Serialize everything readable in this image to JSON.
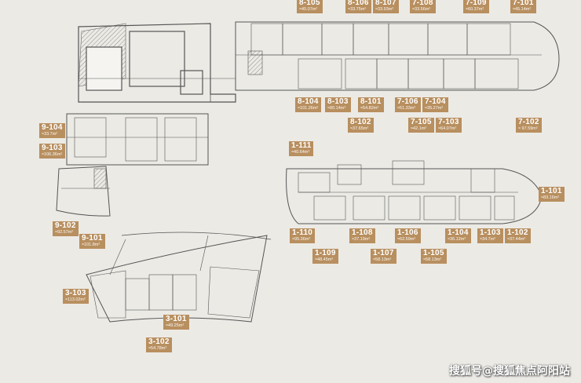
{
  "colors": {
    "tag_bg": "#b88f5f",
    "wall": "#555555",
    "background": "#eceae5"
  },
  "units": [
    {
      "id": "8-105",
      "area": "≈45.07m²"
    },
    {
      "id": "8-106",
      "area": "≈33.75m²"
    },
    {
      "id": "8-107",
      "area": "≈33.93m²"
    },
    {
      "id": "7-108",
      "area": "≈33.56m²"
    },
    {
      "id": "7-109",
      "area": "≈60.37m²"
    },
    {
      "id": "7-101",
      "area": "≈45.14m²"
    },
    {
      "id": "8-104",
      "area": "≈101.26m²"
    },
    {
      "id": "8-103",
      "area": "≈80.14m²"
    },
    {
      "id": "8-101",
      "area": "≈54.82m²"
    },
    {
      "id": "7-106",
      "area": "≈51.33m²"
    },
    {
      "id": "7-104",
      "area": "≈35.27m²"
    },
    {
      "id": "8-102",
      "area": "≈37.65m²"
    },
    {
      "id": "7-105",
      "area": "≈42.1m²"
    },
    {
      "id": "7-103",
      "area": "≈64.07m²"
    },
    {
      "id": "7-102",
      "area": "≈ 97.59m²"
    },
    {
      "id": "9-104",
      "area": "≈33.7m²"
    },
    {
      "id": "9-103",
      "area": "≈106.36m²"
    },
    {
      "id": "9-102",
      "area": "≈92.57m²"
    },
    {
      "id": "9-101",
      "area": "≈101.8m²"
    },
    {
      "id": "1-111",
      "area": "≈40.64m²"
    },
    {
      "id": "1-101",
      "area": "≈83.16m²"
    },
    {
      "id": "1-110",
      "area": "≈95.36m²"
    },
    {
      "id": "1-108",
      "area": "≈37.19m²"
    },
    {
      "id": "1-106",
      "area": "≈62.59m²"
    },
    {
      "id": "1-104",
      "area": "≈36.12m²"
    },
    {
      "id": "1-103",
      "area": "≈34.7m²"
    },
    {
      "id": "1-102",
      "area": "≈37.44m²"
    },
    {
      "id": "1-109",
      "area": "≈48.45m²"
    },
    {
      "id": "1-107",
      "area": "≈58.13m²"
    },
    {
      "id": "1-105",
      "area": "≈58.13m²"
    },
    {
      "id": "3-103",
      "area": "≈113.02m²"
    },
    {
      "id": "3-101",
      "area": "≈49.25m²"
    },
    {
      "id": "3-102",
      "area": "≈54.78m²"
    }
  ],
  "watermark": "搜狐号@搜狐焦点阿阳站"
}
